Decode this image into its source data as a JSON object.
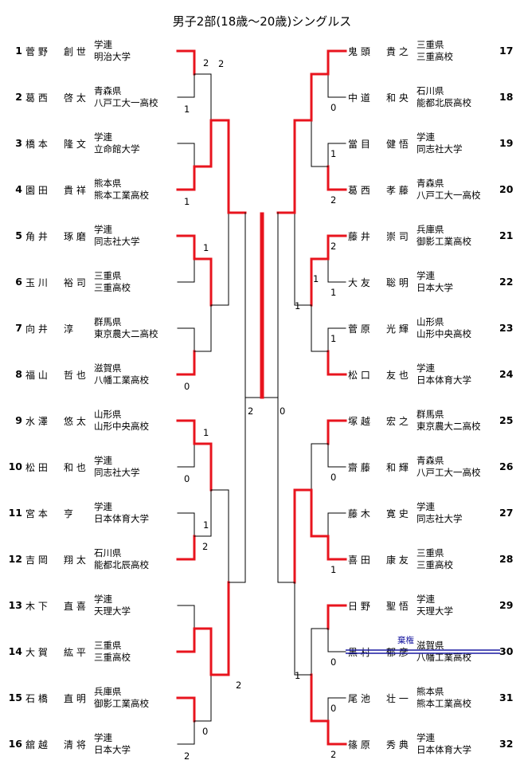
{
  "title": "男子2部(18歳〜20歳)シングルス",
  "left": [
    {
      "no": "1",
      "family": "菅 野",
      "given": "創 世",
      "aff1": "学連",
      "aff2": "明治大学"
    },
    {
      "no": "2",
      "family": "葛 西",
      "given": "啓 太",
      "aff1": "青森県",
      "aff2": "八戸工大一高校"
    },
    {
      "no": "3",
      "family": "橋 本",
      "given": "隆 文",
      "aff1": "学連",
      "aff2": "立命館大学"
    },
    {
      "no": "4",
      "family": "園 田",
      "given": "貴 祥",
      "aff1": "熊本県",
      "aff2": "熊本工業高校"
    },
    {
      "no": "5",
      "family": "角 井",
      "given": "琢 磨",
      "aff1": "学連",
      "aff2": "同志社大学"
    },
    {
      "no": "6",
      "family": "玉 川",
      "given": "裕 司",
      "aff1": "三重県",
      "aff2": "三重高校"
    },
    {
      "no": "7",
      "family": "向 井",
      "given": "淳",
      "aff1": "群馬県",
      "aff2": "東京農大二高校"
    },
    {
      "no": "8",
      "family": "福 山",
      "given": "哲 也",
      "aff1": "滋賀県",
      "aff2": "八幡工業高校"
    },
    {
      "no": "9",
      "family": "水 澤",
      "given": "悠 太",
      "aff1": "山形県",
      "aff2": "山形中央高校"
    },
    {
      "no": "10",
      "family": "松 田",
      "given": "和 也",
      "aff1": "学連",
      "aff2": "同志社大学"
    },
    {
      "no": "11",
      "family": "宮 本",
      "given": "亨",
      "aff1": "学連",
      "aff2": "日本体育大学"
    },
    {
      "no": "12",
      "family": "吉 岡",
      "given": "翔 太",
      "aff1": "石川県",
      "aff2": "能都北辰高校"
    },
    {
      "no": "13",
      "family": "木 下",
      "given": "直 喜",
      "aff1": "学連",
      "aff2": "天理大学"
    },
    {
      "no": "14",
      "family": "大 賀",
      "given": "紘 平",
      "aff1": "三重県",
      "aff2": "三重高校"
    },
    {
      "no": "15",
      "family": "石 橋",
      "given": "直 明",
      "aff1": "兵庫県",
      "aff2": "御影工業高校"
    },
    {
      "no": "16",
      "family": "舘 越",
      "given": "清 将",
      "aff1": "学連",
      "aff2": "日本大学"
    }
  ],
  "right": [
    {
      "no": "17",
      "family": "鬼 頭",
      "given": "貴 之",
      "aff1": "三重県",
      "aff2": "三重高校"
    },
    {
      "no": "18",
      "family": "中 道",
      "given": "和 央",
      "aff1": "石川県",
      "aff2": "能都北辰高校"
    },
    {
      "no": "19",
      "family": "當 目",
      "given": "健 悟",
      "aff1": "学連",
      "aff2": "同志社大学"
    },
    {
      "no": "20",
      "family": "葛 西",
      "given": "孝 藤",
      "aff1": "青森県",
      "aff2": "八戸工大一高校"
    },
    {
      "no": "21",
      "family": "藤 井",
      "given": "崇 司",
      "aff1": "兵庫県",
      "aff2": "御影工業高校"
    },
    {
      "no": "22",
      "family": "大 友",
      "given": "聡 明",
      "aff1": "学連",
      "aff2": "日本大学"
    },
    {
      "no": "23",
      "family": "菅 原",
      "given": "光 輝",
      "aff1": "山形県",
      "aff2": "山形中央高校"
    },
    {
      "no": "24",
      "family": "松 口",
      "given": "友 也",
      "aff1": "学連",
      "aff2": "日本体育大学"
    },
    {
      "no": "25",
      "family": "塚 越",
      "given": "宏 之",
      "aff1": "群馬県",
      "aff2": "東京農大二高校"
    },
    {
      "no": "26",
      "family": "齋 藤",
      "given": "和 輝",
      "aff1": "青森県",
      "aff2": "八戸工大一高校"
    },
    {
      "no": "27",
      "family": "藤 木",
      "given": "寛 史",
      "aff1": "学連",
      "aff2": "同志社大学"
    },
    {
      "no": "28",
      "family": "喜 田",
      "given": "康 友",
      "aff1": "三重県",
      "aff2": "三重高校"
    },
    {
      "no": "29",
      "family": "日 野",
      "given": "聖 悟",
      "aff1": "学連",
      "aff2": "天理大学"
    },
    {
      "no": "30",
      "family": "黒 村",
      "given": "郁 彦",
      "aff1": "滋賀県",
      "aff2": "八幡工業高校"
    },
    {
      "no": "31",
      "family": "尾 池",
      "given": "壮 一",
      "aff1": "熊本県",
      "aff2": "熊本工業高校"
    },
    {
      "no": "32",
      "family": "篠 原",
      "given": "秀 典",
      "aff1": "学連",
      "aff2": "日本体育大学"
    }
  ],
  "walkover_label": "棄権",
  "scores": {
    "l_r1": [
      [
        "2",
        "1"
      ],
      [
        "",
        "1"
      ],
      [
        "1",
        ""
      ],
      [
        "",
        "0"
      ],
      [
        "1",
        "0"
      ],
      [
        "1",
        ""
      ],
      [
        "",
        ""
      ],
      [
        "",
        "2"
      ]
    ],
    "l_r2": [
      [
        "2",
        ""
      ],
      [
        "",
        ""
      ],
      [
        "",
        "2"
      ],
      [
        "",
        "0"
      ]
    ],
    "l_r3": [
      [
        "",
        ""
      ],
      [
        "",
        "2"
      ]
    ],
    "l_r4": [
      [
        "2",
        ""
      ]
    ],
    "r_r1": [
      [
        "",
        "0"
      ],
      [
        "1",
        "2"
      ],
      [
        "2",
        "1"
      ],
      [
        "1",
        ""
      ],
      [
        "",
        "0"
      ],
      [
        "",
        "1"
      ],
      [
        "",
        "0"
      ],
      [
        "0",
        "2"
      ]
    ],
    "r_r3": [
      [
        "",
        "1"
      ],
      [
        "",
        "1"
      ]
    ],
    "r_r4": [
      [
        "",
        "0"
      ]
    ]
  },
  "colors": {
    "win": "#e8141e",
    "line": "#000000",
    "walkover": "#1a1aa0"
  }
}
